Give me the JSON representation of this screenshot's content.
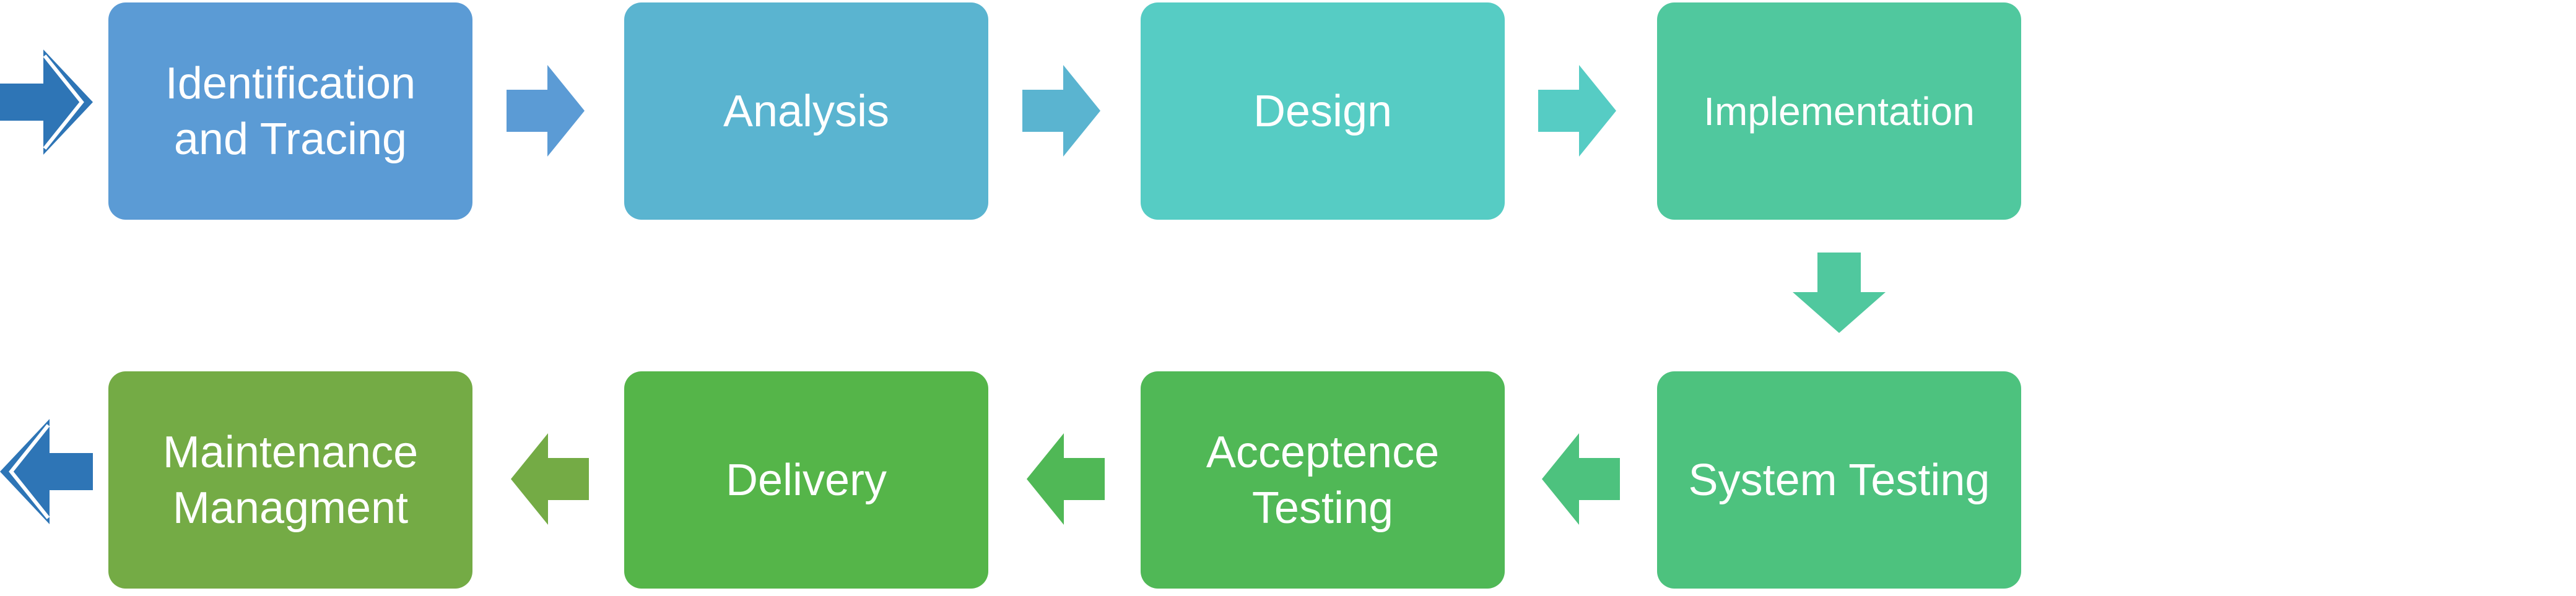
{
  "colors": {
    "entry_arrow": "#2E75B6",
    "exit_arrow": "#2E75B6"
  },
  "steps": [
    {
      "id": "identification",
      "label": "Identification\nand Tracing",
      "color": "#5B9BD5",
      "arrow_in_color": "#2E75B6"
    },
    {
      "id": "analysis",
      "label": "Analysis",
      "color": "#5AB4D0",
      "arrow_in_color": "#5B9BD5"
    },
    {
      "id": "design",
      "label": "Design",
      "color": "#56CCC4",
      "arrow_in_color": "#5AB4D0"
    },
    {
      "id": "implementation",
      "label": "Implementation",
      "color": "#50C89E",
      "arrow_in_color": "#56CCC4"
    },
    {
      "id": "system-testing",
      "label": "System Testing",
      "color": "#4DC27E",
      "arrow_in_color": "#50C89E"
    },
    {
      "id": "acceptence-testing",
      "label": "Acceptence\nTesting",
      "color": "#50B856",
      "arrow_in_color": "#4DC27E"
    },
    {
      "id": "delivery",
      "label": "Delivery",
      "color": "#55B549",
      "arrow_in_color": "#50B856"
    },
    {
      "id": "maintenance",
      "label": "Maintenance\nManagment",
      "color": "#74AB45",
      "arrow_in_color": "#74AB45"
    }
  ]
}
